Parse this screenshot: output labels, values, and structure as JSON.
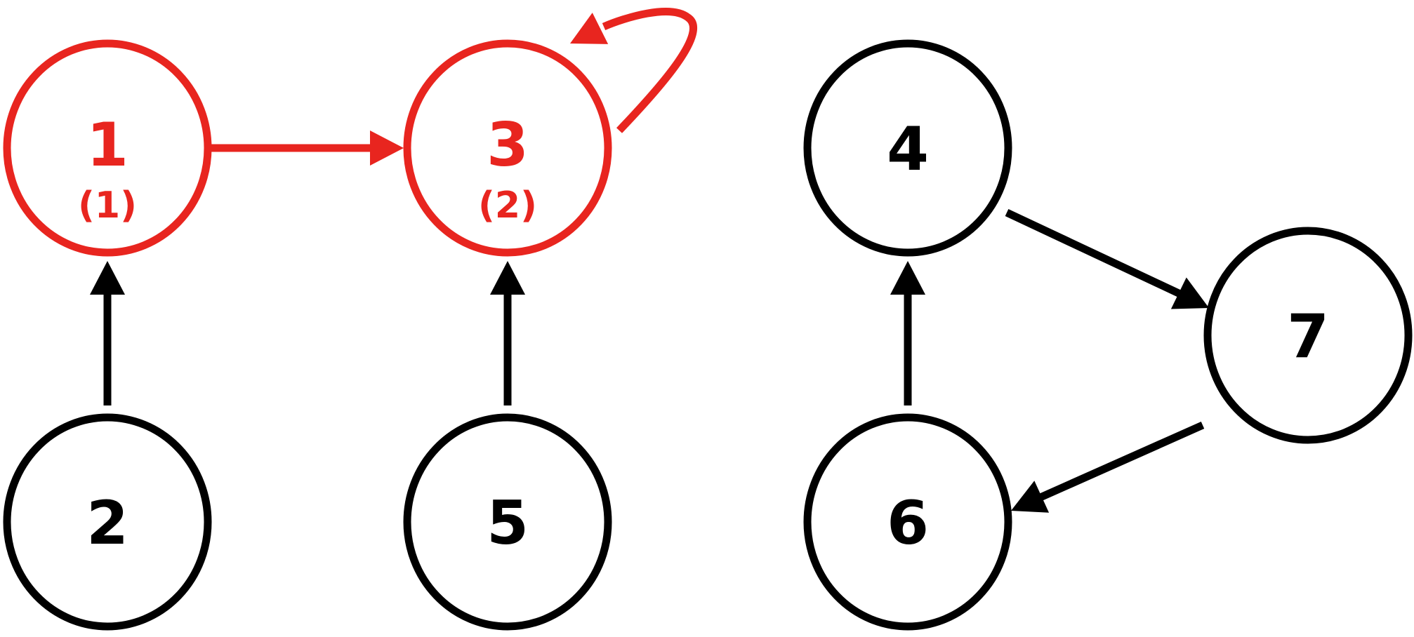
{
  "colors": {
    "highlight": "#e8251f",
    "normal": "#000000"
  },
  "nodes": [
    {
      "id": "1",
      "label": "1",
      "sublabel": "(1)",
      "highlighted": true
    },
    {
      "id": "3",
      "label": "3",
      "sublabel": "(2)",
      "highlighted": true
    },
    {
      "id": "4",
      "label": "4",
      "sublabel": "",
      "highlighted": false
    },
    {
      "id": "7",
      "label": "7",
      "sublabel": "",
      "highlighted": false
    },
    {
      "id": "2",
      "label": "2",
      "sublabel": "",
      "highlighted": false
    },
    {
      "id": "5",
      "label": "5",
      "sublabel": "",
      "highlighted": false
    },
    {
      "id": "6",
      "label": "6",
      "sublabel": "",
      "highlighted": false
    }
  ],
  "edges": [
    {
      "from": "1",
      "to": "3",
      "highlighted": true
    },
    {
      "from": "3",
      "to": "3",
      "highlighted": true
    },
    {
      "from": "2",
      "to": "1",
      "highlighted": false
    },
    {
      "from": "5",
      "to": "3",
      "highlighted": false
    },
    {
      "from": "6",
      "to": "4",
      "highlighted": false
    },
    {
      "from": "4",
      "to": "7",
      "highlighted": false
    },
    {
      "from": "7",
      "to": "6",
      "highlighted": false
    }
  ]
}
